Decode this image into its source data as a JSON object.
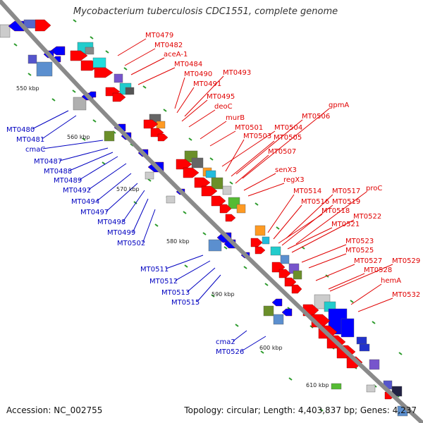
{
  "title": "Mycobacterium tuberculosis CDC1551, complete genome",
  "footer": {
    "accession": "Accession: NC_002755",
    "summary": "Topology: circular; Length: 4,403,837 bp; Genes: 4,237"
  },
  "kbp_labels": [
    "550 kbp",
    "560 kbp",
    "570 kbp",
    "580 kbp",
    "590 kbp",
    "600 kbp",
    "610 kbp"
  ],
  "genes_plus": [
    "MT0479",
    "MT0482",
    "aceA-1",
    "MT0484",
    "MT0490",
    "MT0493",
    "MT0491",
    "MT0495",
    "deoC",
    "murB",
    "MT0501",
    "MT0504",
    "MT0506",
    "gpmA",
    "MT0503",
    "MT0505",
    "MT0507",
    "senX3",
    "regX3",
    "MT0514",
    "MT0517",
    "proC",
    "MT0516",
    "MT0519",
    "MT0518",
    "MT0522",
    "MT0521",
    "MT0523",
    "MT0525",
    "MT0527",
    "MT0529",
    "MT0528",
    "hemA",
    "MT0532"
  ],
  "genes_minus": [
    "MT0480",
    "MT0481",
    "cmaC",
    "MT0487",
    "MT0488",
    "MT0489",
    "MT0492",
    "MT0494",
    "MT0497",
    "MT0498",
    "MT0499",
    "MT0502",
    "MT0511",
    "MT0512",
    "MT0513",
    "MT0515",
    "cma2",
    "MT0526"
  ],
  "colors": {
    "plus_strand": "#ff0000",
    "minus_strand": "#0000ff",
    "backbone": "#888888",
    "tick": "#2a9a2a",
    "label_plus": "#e00000",
    "label_minus": "#0000c0"
  }
}
